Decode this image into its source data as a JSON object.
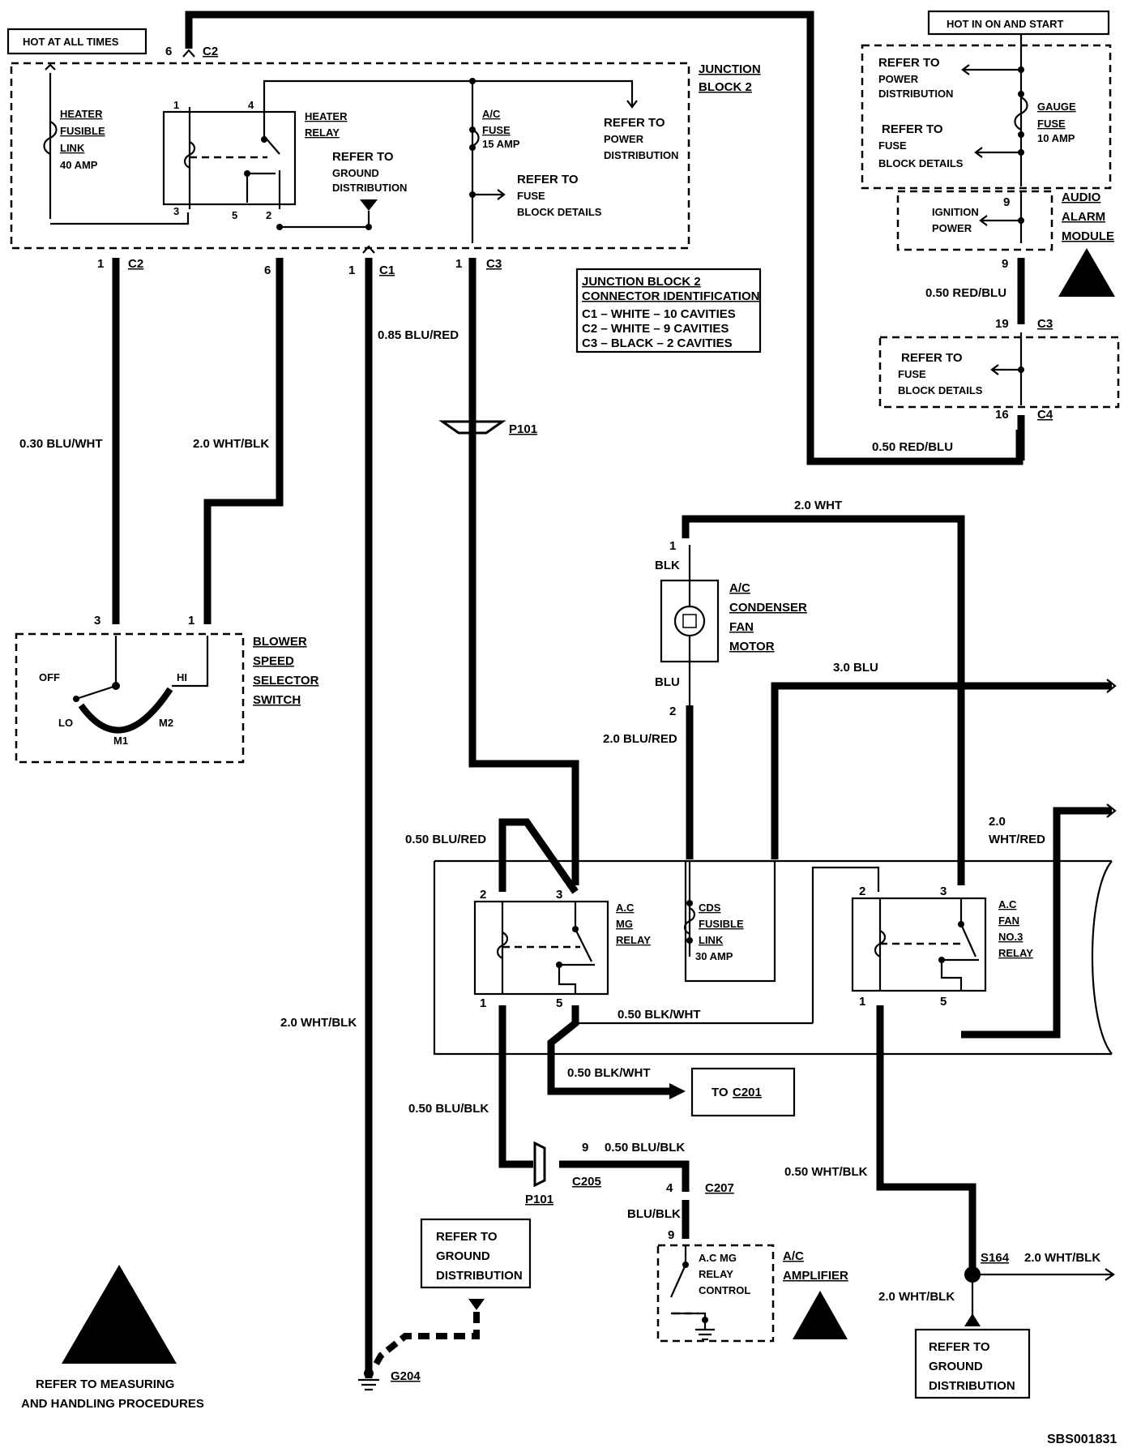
{
  "hot_at_all_times": "HOT AT ALL TIMES",
  "hot_in_on_start": "HOT IN ON AND START",
  "junction_block_2": [
    "JUNCTION",
    "BLOCK 2"
  ],
  "heater_fusible_link": [
    "HEATER",
    "FUSIBLE",
    "LINK",
    "40 AMP"
  ],
  "heater_relay": [
    "HEATER",
    "RELAY"
  ],
  "refer_ground_dist_top": [
    "REFER TO",
    "GROUND",
    "DISTRIBUTION"
  ],
  "ac_fuse": [
    "A/C",
    "FUSE",
    "15 AMP"
  ],
  "refer_power_dist_top": [
    "REFER TO",
    "POWER",
    "DISTRIBUTION"
  ],
  "refer_fuse_block_top": [
    "REFER TO",
    "FUSE",
    "BLOCK DETAILS"
  ],
  "connector_id": {
    "title": [
      "JUNCTION BLOCK 2",
      "CONNECTOR IDENTIFICATION"
    ],
    "rows": [
      "C1 – WHITE – 10 CAVITIES",
      "C2 – WHITE – 9 CAVITIES",
      "C3 – BLACK – 2 CAVITIES"
    ]
  },
  "pins": {
    "p6": "6",
    "c2": "C2",
    "p1": "1",
    "p4": "4",
    "p3": "3",
    "p5": "5",
    "p2": "2",
    "c1": "C1",
    "c3": "C3",
    "p9": "9",
    "p19": "19",
    "p16": "16",
    "c4": "C4"
  },
  "wires": {
    "w030_blu_wht": "0.30 BLU/WHT",
    "w20_wht_blk": "2.0 WHT/BLK",
    "w085_blu_red": "0.85 BLU/RED",
    "w050_red_blu": "0.50 RED/BLU",
    "w20_wht": "2.0 WHT",
    "w30_blu": "3.0 BLU",
    "blk": "BLK",
    "blu": "BLU",
    "w20_blu_red": "2.0 BLU/RED",
    "w20": "2.0",
    "wht_red": "WHT/RED",
    "w050_blu_red": "0.50 BLU/RED",
    "w050_blk_wht": "0.50 BLK/WHT",
    "w050_blu_blk": "0.50 BLU/BLK",
    "blu_blk": "BLU/BLK",
    "w050_wht_blk": "0.50 WHT/BLK"
  },
  "gauge_fuse": [
    "GAUGE",
    "FUSE",
    "10 AMP"
  ],
  "refer_power_dist_right": [
    "REFER TO",
    "POWER",
    "DISTRIBUTION"
  ],
  "refer_fuse_block_right": [
    "REFER TO",
    "FUSE",
    "BLOCK DETAILS"
  ],
  "ignition_power": [
    "IGNITION",
    "POWER"
  ],
  "audio_alarm_module": [
    "AUDIO",
    "ALARM",
    "MODULE"
  ],
  "refer_fuse_block_c3": [
    "REFER TO",
    "FUSE",
    "BLOCK DETAILS"
  ],
  "p101": "P101",
  "blower_switch": {
    "label": [
      "BLOWER",
      "SPEED",
      "SELECTOR",
      "SWITCH"
    ],
    "off": "OFF",
    "hi": "HI",
    "lo": "LO",
    "m1": "M1",
    "m2": "M2"
  },
  "ac_condenser": [
    "A/C",
    "CONDENSER",
    "FAN",
    "MOTOR"
  ],
  "ac_mg_relay": [
    "A.C",
    "MG",
    "RELAY"
  ],
  "cds_fusible_link": [
    "CDS",
    "FUSIBLE",
    "LINK",
    "30 AMP"
  ],
  "ac_fan_no3_relay": [
    "A.C",
    "FAN",
    "NO.3",
    "RELAY"
  ],
  "to_c201": [
    "TO",
    "C201"
  ],
  "c205": "C205",
  "c207": "C207",
  "ac_amplifier": [
    "A/C",
    "AMPLIFIER"
  ],
  "ac_mg_relay_control": [
    "A.C MG",
    "RELAY",
    "CONTROL"
  ],
  "refer_ground_dist_mid": [
    "REFER TO",
    "GROUND",
    "DISTRIBUTION"
  ],
  "refer_ground_dist_bottom": [
    "REFER TO",
    "GROUND",
    "DISTRIBUTION"
  ],
  "s164": "S164",
  "g204": "G204",
  "esd_note": [
    "REFER TO  MEASURING",
    "AND HANDLING PROCEDURES"
  ],
  "figure_id": "SBS001831"
}
